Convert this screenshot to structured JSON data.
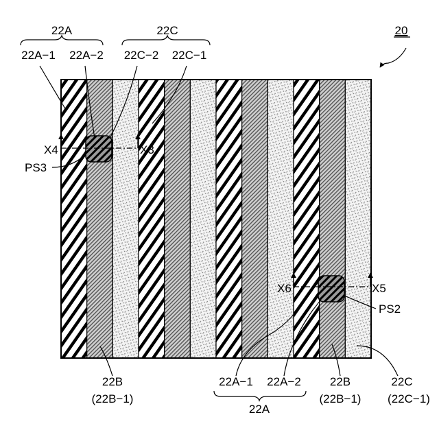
{
  "figure": {
    "ref_number": "20",
    "stripes": [
      "22A",
      "22B",
      "22C",
      "22A",
      "22B",
      "22C",
      "22A",
      "22B",
      "22C",
      "22A",
      "22B",
      "22C"
    ],
    "top_labels": {
      "group_22A": "22A",
      "group_22C": "22C",
      "a1": "22A−1",
      "a2": "22A−2",
      "c2": "22C−2",
      "c1": "22C−1"
    },
    "section_marks": {
      "x3": "X3",
      "x4": "X4",
      "x5": "X5",
      "x6": "X6"
    },
    "region_labels": {
      "ps2": "PS2",
      "ps3": "PS3"
    },
    "bottom_labels": {
      "b_left": "22B",
      "b_left_sub": "(22B−1)",
      "a1": "22A−1",
      "a2": "22A−2",
      "group_22A": "22A",
      "b_right": "22B",
      "b_right_sub": "(22B−1)",
      "c_right": "22C",
      "c_right_sub": "(22C−1)"
    }
  }
}
